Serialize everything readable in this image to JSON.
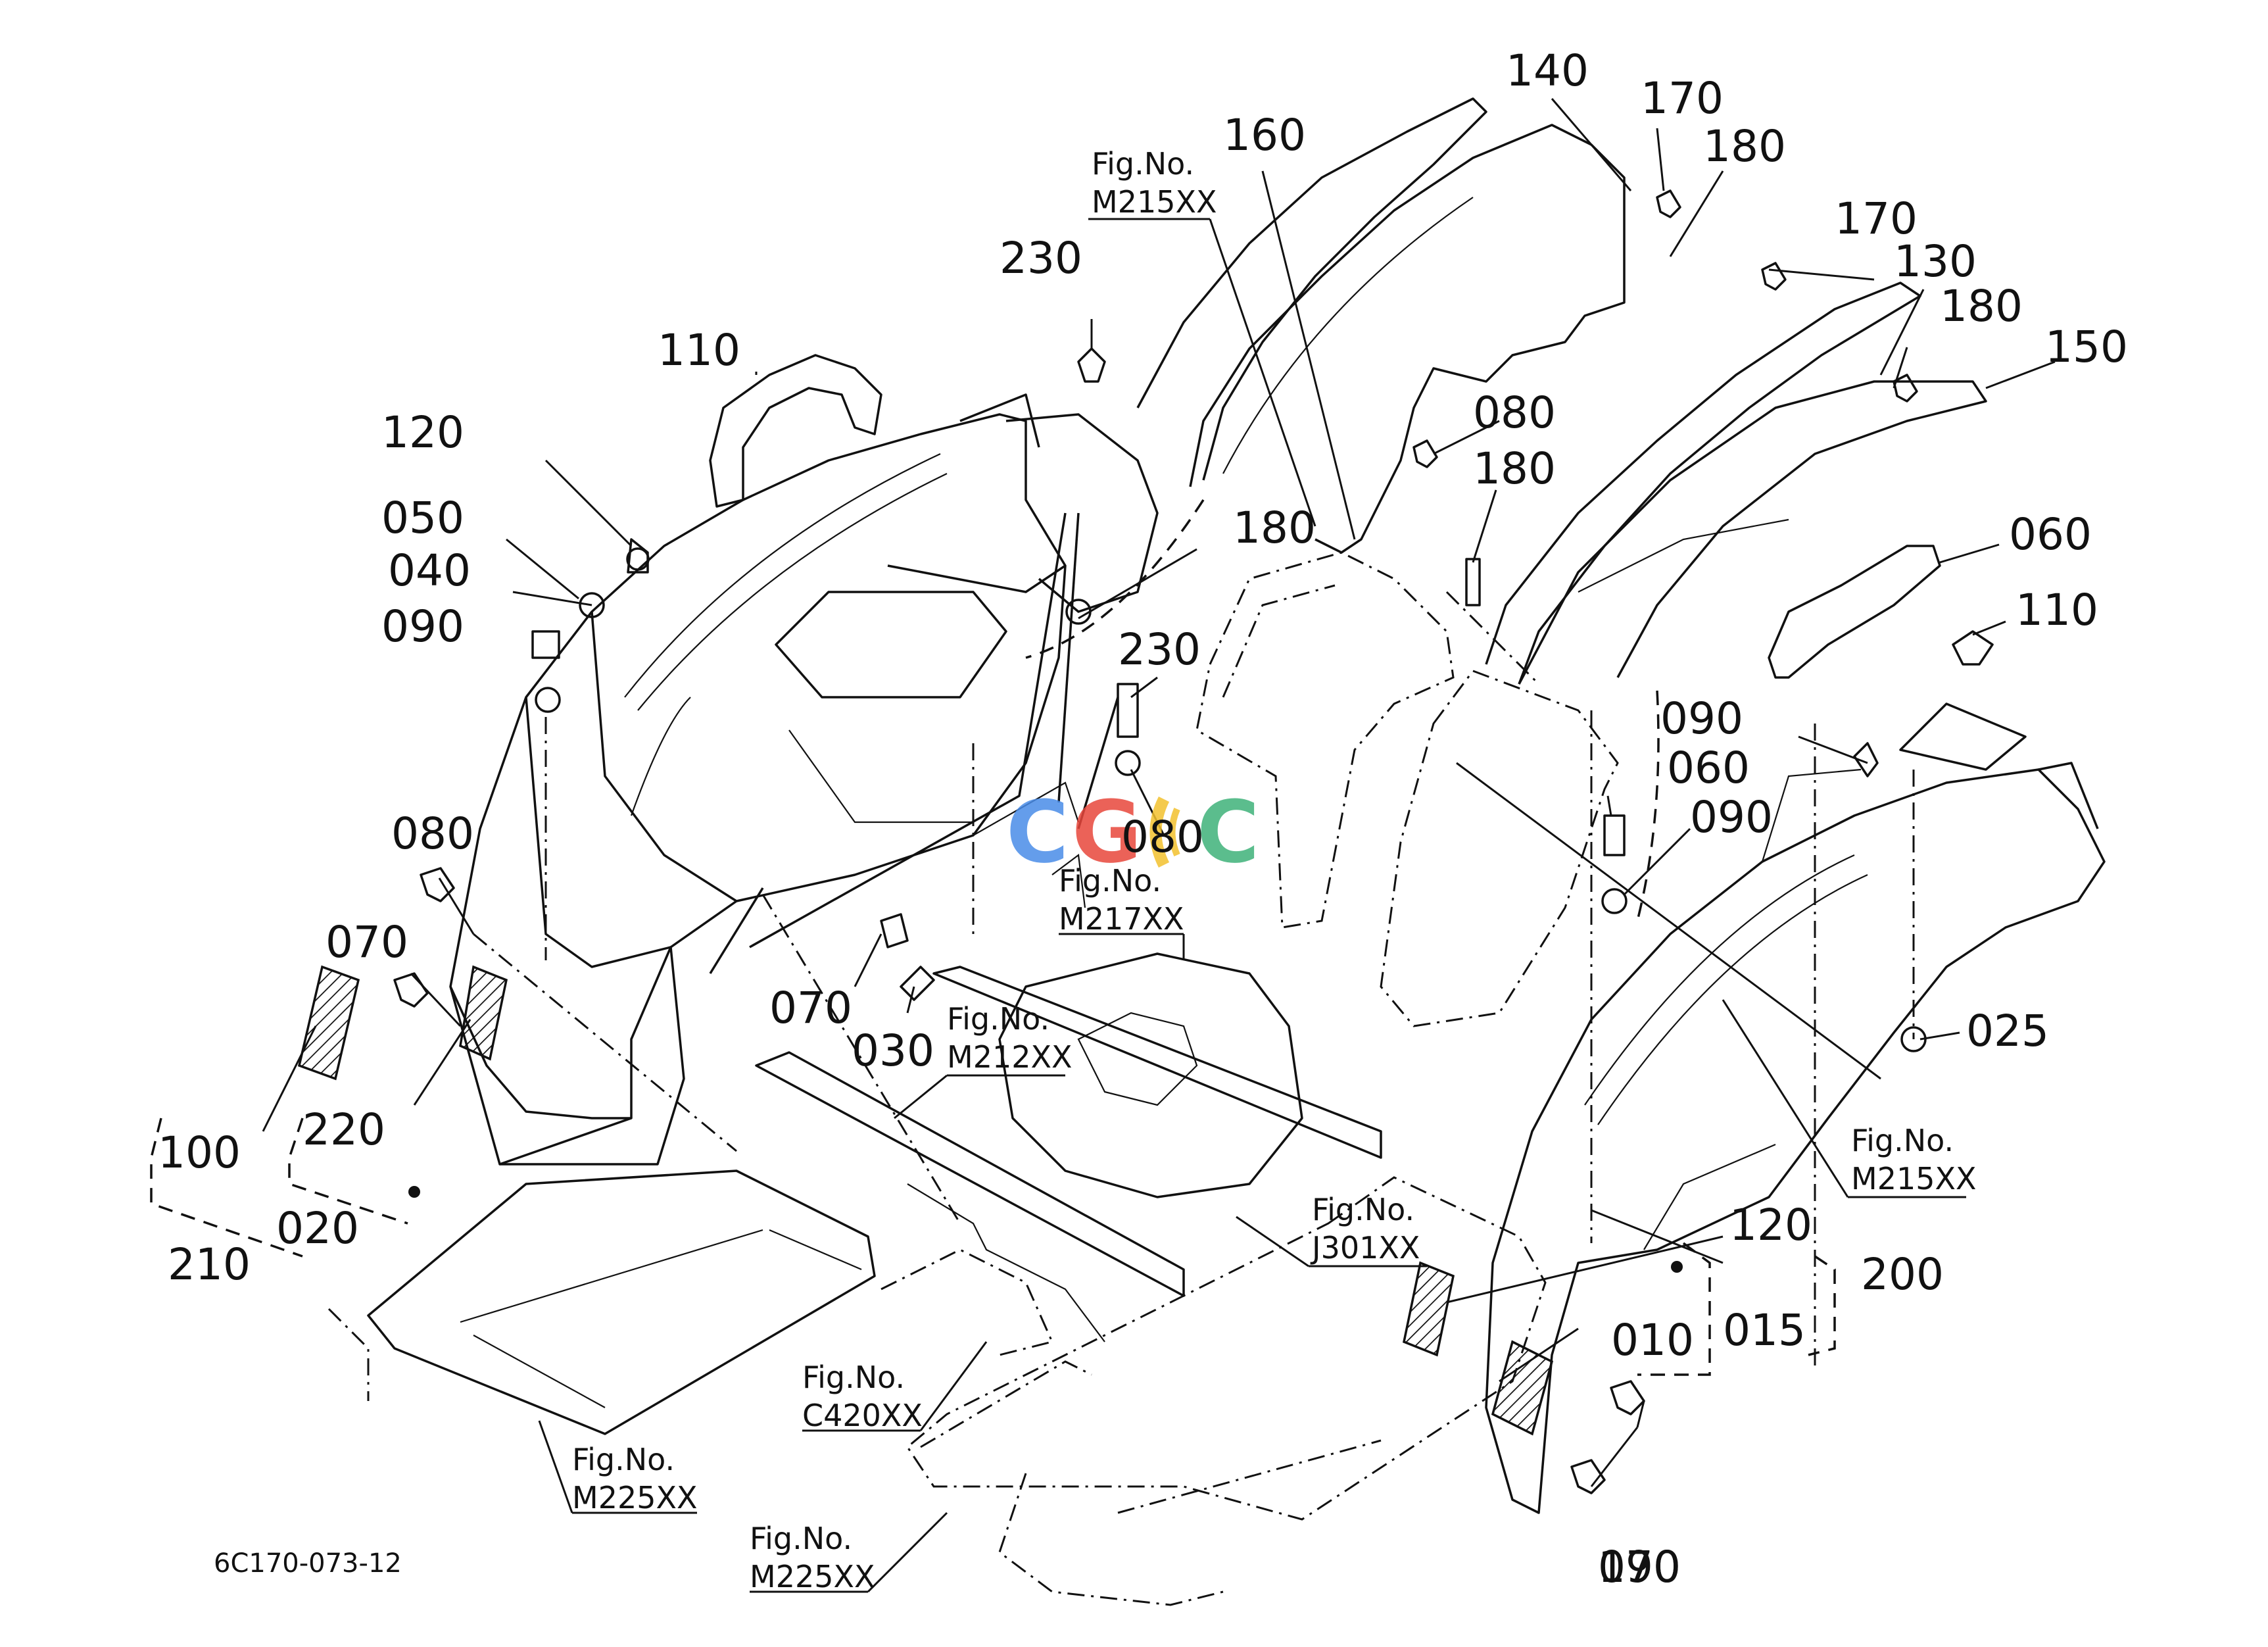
{
  "diagram_code": "6C170-073-12",
  "watermark": {
    "text": "CGC",
    "colors": {
      "blue": "#4a8de8",
      "red": "#e8473c",
      "yellow": "#f2c12e",
      "green": "#3fb27a"
    }
  },
  "part_numbers": [
    "140",
    "160",
    "170",
    "180",
    "170",
    "130",
    "180",
    "150",
    "230",
    "110",
    "120",
    "050",
    "040",
    "090",
    "080",
    "180",
    "180",
    "060",
    "110",
    "230",
    "090",
    "060",
    "090",
    "080",
    "080",
    "070",
    "070",
    "030",
    "100",
    "220",
    "210",
    "020",
    "025",
    "120",
    "200",
    "015",
    "010",
    "190",
    "070"
  ],
  "figure_refs": [
    {
      "prefix": "Fig.No.",
      "code": "M215XX"
    },
    {
      "prefix": "Fig.No.",
      "code": "M217XX"
    },
    {
      "prefix": "Fig.No.",
      "code": "M212XX"
    },
    {
      "prefix": "Fig.No.",
      "code": "M215XX"
    },
    {
      "prefix": "Fig.No.",
      "code": "J301XX"
    },
    {
      "prefix": "Fig.No.",
      "code": "C420XX"
    },
    {
      "prefix": "Fig.No.",
      "code": "M225XX"
    },
    {
      "prefix": "Fig.No.",
      "code": "M225XX"
    }
  ]
}
